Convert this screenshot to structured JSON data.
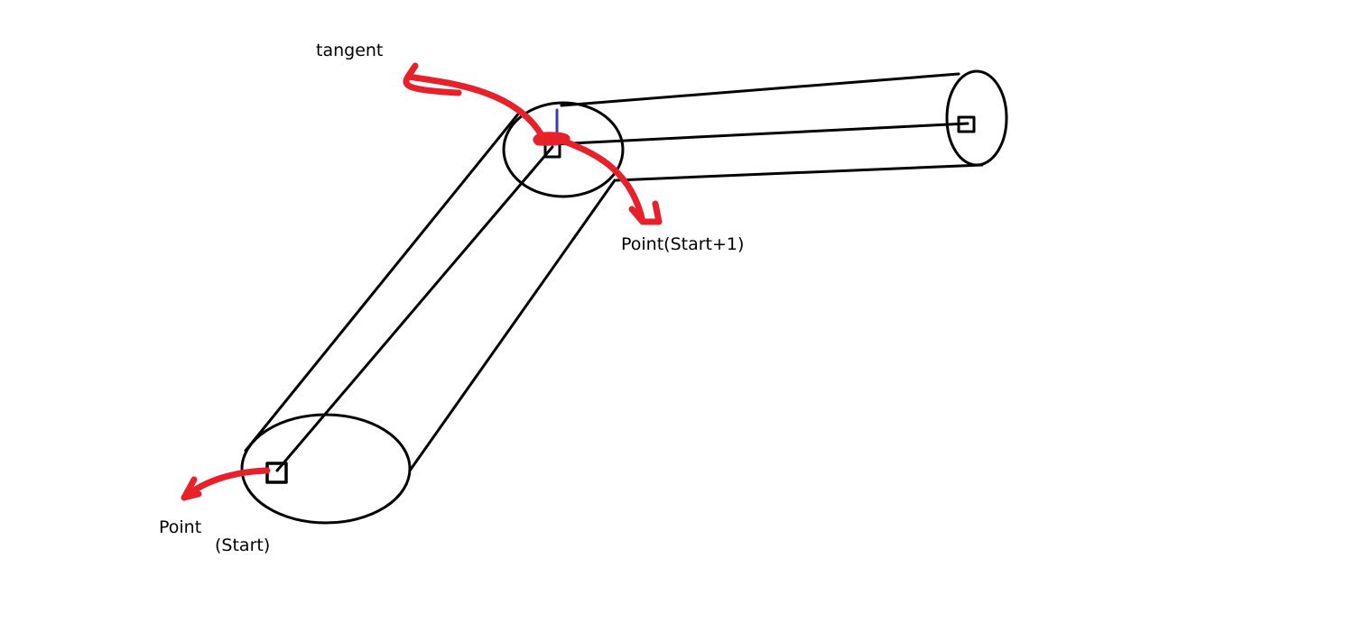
{
  "labels": {
    "tangent": "tangent",
    "point_start_plus_one": "Point(Start+1)",
    "point": "Point",
    "start_subscript": "(Start)"
  },
  "colors": {
    "background": "#ffffff",
    "outline": "#000000",
    "arrow": "#e8202a",
    "tangent_lines": "#3b3bb3"
  }
}
